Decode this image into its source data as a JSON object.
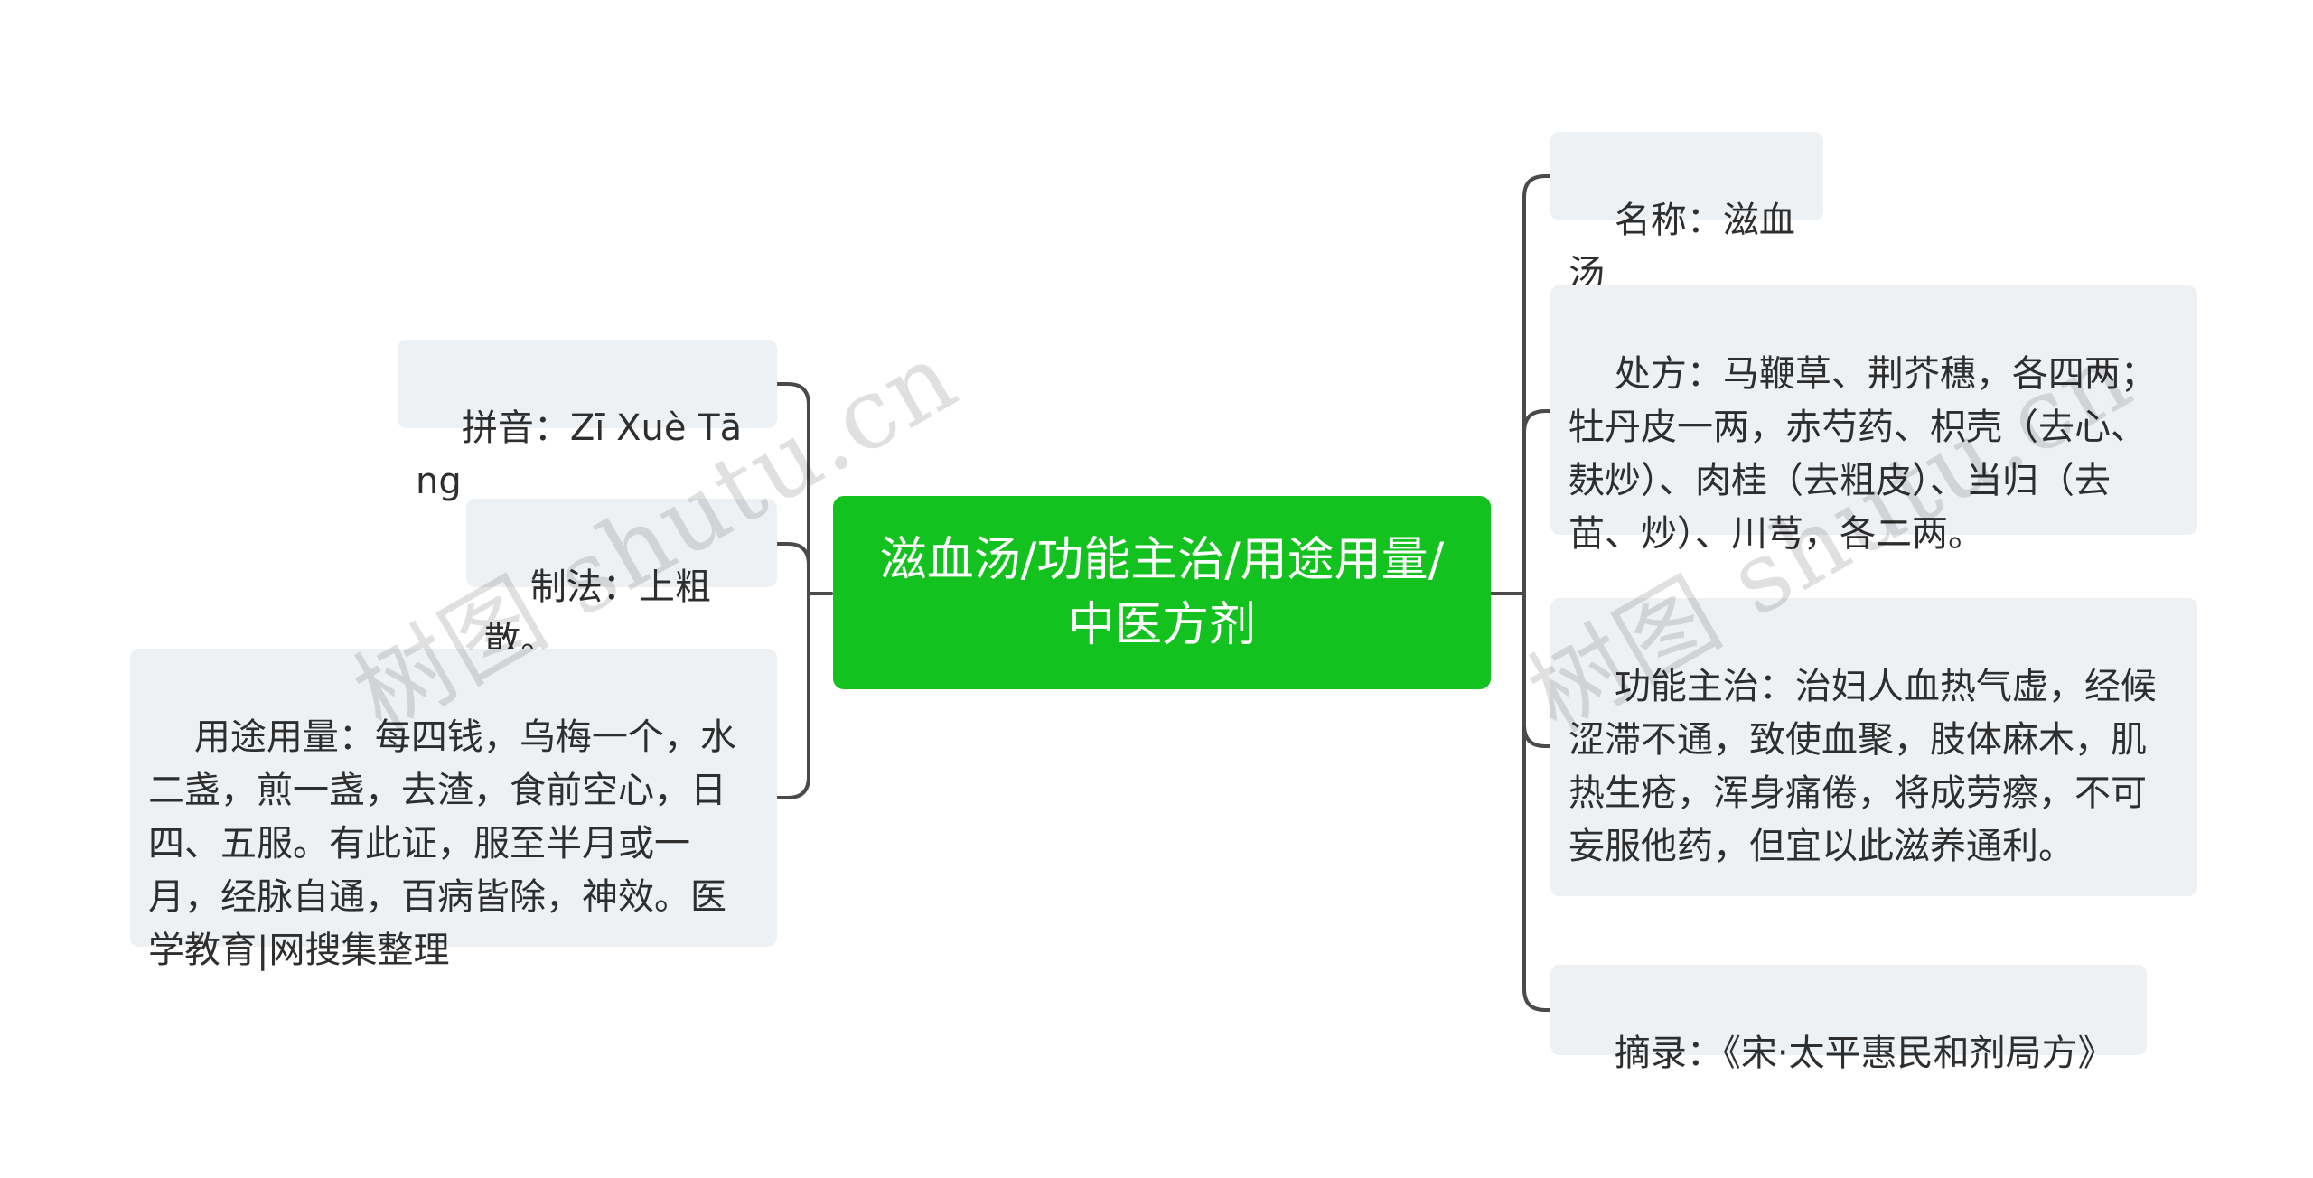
{
  "root": {
    "label": "滋血汤/功能主治/用途用量/中医方剂",
    "color": "#14c21f"
  },
  "left_nodes": [
    {
      "id": "pinyin",
      "text": "拼音：Zī Xuè Tāng"
    },
    {
      "id": "zhifa",
      "text": "制法：上粗散。"
    },
    {
      "id": "yongtu",
      "text": "用途用量：每四钱，乌梅一个，水二盏，煎一盏，去渣，食前空心，日四、五服。有此证，服至半月或一月，经脉自通，百病皆除，神效。医学教育|网搜集整理"
    }
  ],
  "right_nodes": [
    {
      "id": "mingcheng",
      "text": "名称：滋血汤"
    },
    {
      "id": "chufang",
      "text": "处方：马鞭草、荆芥穗，各四两；牡丹皮一两，赤芍药、枳壳（去心、麸炒）、肉桂（去粗皮）、当归（去苗、炒）、川芎，各二两。"
    },
    {
      "id": "gongneng",
      "text": "功能主治：治妇人血热气虚，经候涩滞不通，致使血聚，肢体麻木，肌热生疮，浑身痛倦，将成劳瘵，不可妄服他药，但宜以此滋养通利。"
    },
    {
      "id": "zhailu",
      "text": "摘录：《宋·太平惠民和剂局方》"
    }
  ],
  "watermark": {
    "text": "树图 shutu.cn"
  },
  "colors": {
    "connector": "#4a4a4a",
    "node_background": "#eef1f4",
    "node_text": "#2e2e2e"
  }
}
